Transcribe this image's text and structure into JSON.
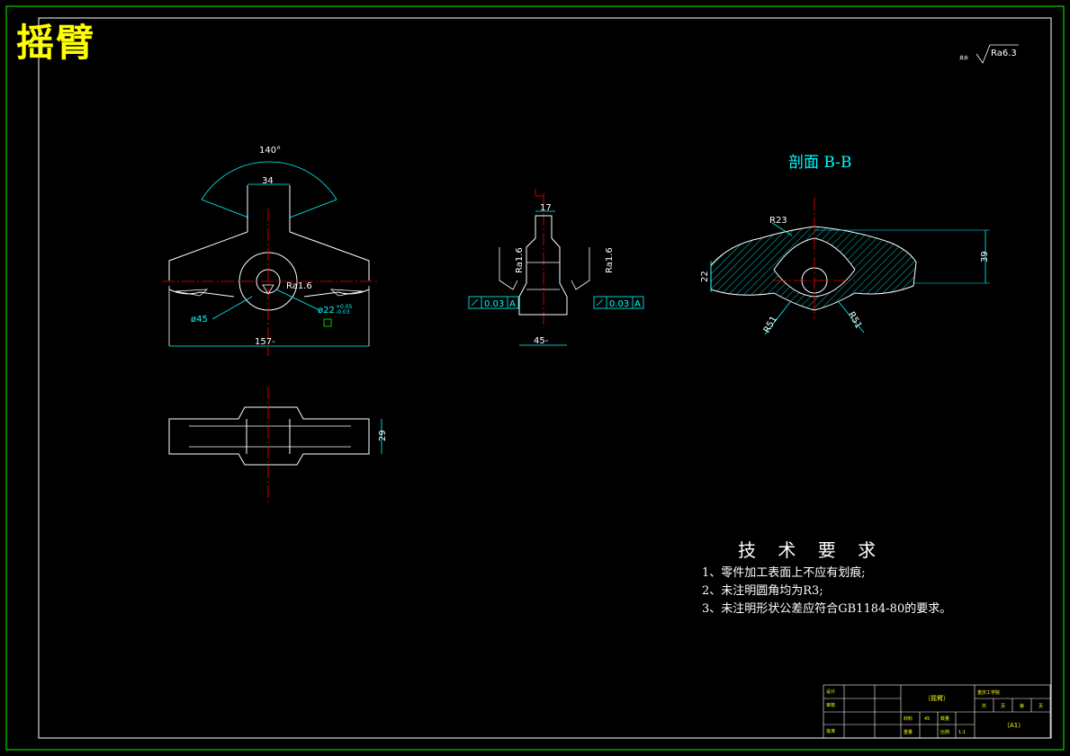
{
  "banner_title": "摇臂",
  "roughness_note": {
    "prefix": "其余",
    "value": "Ra6.3"
  },
  "section_label": "剖面 B-B",
  "front_view": {
    "angle": "140°",
    "width_top": "34",
    "roughness": "Ra1.6",
    "dia_large": "ø45",
    "dia_hole": "ø22",
    "tol_upper": "+0.05",
    "tol_lower": "-0.03",
    "overall_length": "157-"
  },
  "side_view": {
    "top_width": "17",
    "roughness_left": "Ra1.6",
    "roughness_right": "Ra1.6",
    "flatness_left": "0.03",
    "flatness_right": "0.03",
    "datum": "A",
    "bottom_width": "45-"
  },
  "section_view": {
    "radius_top": "R23",
    "height_left": "22",
    "height_right": "39",
    "radius_left": "R51",
    "radius_right": "R51"
  },
  "top_view": {
    "width": "29"
  },
  "tech_requirements": {
    "title": "技 术 要 求",
    "notes": [
      "1、零件加工表面上不应有划痕;",
      "2、未注明圆角均为R3;",
      "3、未注明形状公差应符合GB1184-80的要求。"
    ]
  },
  "title_block": {
    "labels_left": [
      "设计",
      "审核",
      "",
      "批准"
    ],
    "part_name": "（摇臂）",
    "school": "重庆工学院",
    "sheet_cells": [
      "共",
      "页",
      "第",
      "页"
    ],
    "material_label": "材料",
    "material": "45",
    "weight_label": "数量",
    "scale_label": "比例",
    "scale": "1:1",
    "quantity_label": "重量",
    "paper_size": "（A1）"
  },
  "colors": {
    "frame": "#00ff00",
    "outline": "#ffffff",
    "center": "#ff0000",
    "dimension": "#00ffff",
    "hatch": "#00ffff",
    "banner": "#ffff00"
  }
}
